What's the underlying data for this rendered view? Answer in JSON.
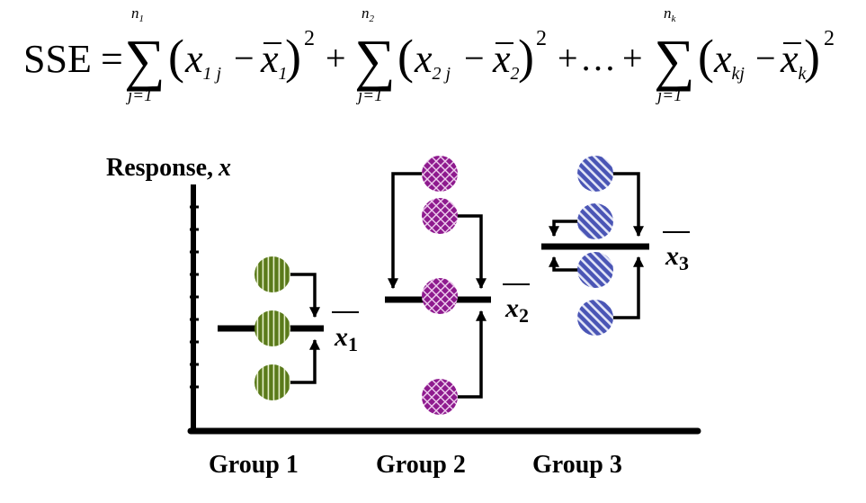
{
  "formula": {
    "lhs": "SSE",
    "equals": "=",
    "sigma": "∑",
    "x": "x",
    "dots": "…",
    "plus": "+",
    "minus": "−",
    "power": "2",
    "lower_limit": "j=1",
    "terms": [
      {
        "upper": "n",
        "upper_sub": "1",
        "x_sub": "1 j",
        "bar_sub": "1"
      },
      {
        "upper": "n",
        "upper_sub": "2",
        "x_sub": "2 j",
        "bar_sub": "2"
      },
      {
        "upper": "n",
        "upper_sub": "k",
        "x_sub": "kj",
        "bar_sub": "k"
      }
    ]
  },
  "axis": {
    "label_text": "Response,",
    "label_var": "x"
  },
  "groups": [
    {
      "label": "Group 1",
      "mean_symbol": "x",
      "mean_sub": "1",
      "color": "#5a7a1a",
      "pattern": "vertical stripes"
    },
    {
      "label": "Group 2",
      "mean_symbol": "x",
      "mean_sub": "2",
      "color": "#8e1a8e",
      "pattern": "crosshatch"
    },
    {
      "label": "Group 3",
      "mean_symbol": "x",
      "mean_sub": "3",
      "color": "#4a55b5",
      "pattern": "diagonal stripes"
    }
  ]
}
